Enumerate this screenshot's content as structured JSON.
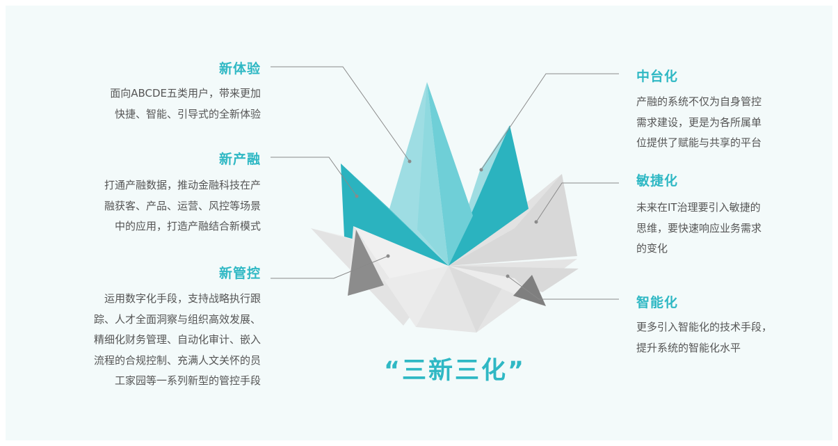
{
  "slogan": "“三新三化”",
  "colors": {
    "accent": "#2fb8c4",
    "teal_dark": "#2bb3bf",
    "teal_light": "#8fd9df",
    "gray_light": "#e6e6e6",
    "gray_mid": "#d2d2d2",
    "gray_dark": "#8c8c8c"
  },
  "left": [
    {
      "title": "新体验",
      "lines": [
        "面向ABCDE五类用户，带来更加",
        "快捷、智能、引导式的全新体验"
      ]
    },
    {
      "title": "新产融",
      "lines": [
        "打通产融数据，推动金融科技在产",
        "融获客、产品、运营、风控等场景",
        "中的应用，打造产融结合新模式"
      ]
    },
    {
      "title": "新管控",
      "lines": [
        "运用数字化手段，支持战略执行跟",
        "踪、人才全面洞察与组织高效发展、",
        "精细化财务管理、自动化审计、嵌入",
        "流程的合规控制、充满人文关怀的员",
        "工家园等一系列新型的管控手段"
      ]
    }
  ],
  "right": [
    {
      "title": "中台化",
      "lines": [
        "产融的系统不仅为自身管控",
        "需求建设，更是为各所属单",
        "位提供了赋能与共享的平台"
      ]
    },
    {
      "title": "敏捷化",
      "lines": [
        "未来在IT治理要引入敏捷的",
        "思维，要快速响应业务需求",
        "的变化"
      ]
    },
    {
      "title": "智能化",
      "lines": [
        "更多引入智能化的技术手段，",
        "提升系统的智能化水平"
      ]
    }
  ]
}
